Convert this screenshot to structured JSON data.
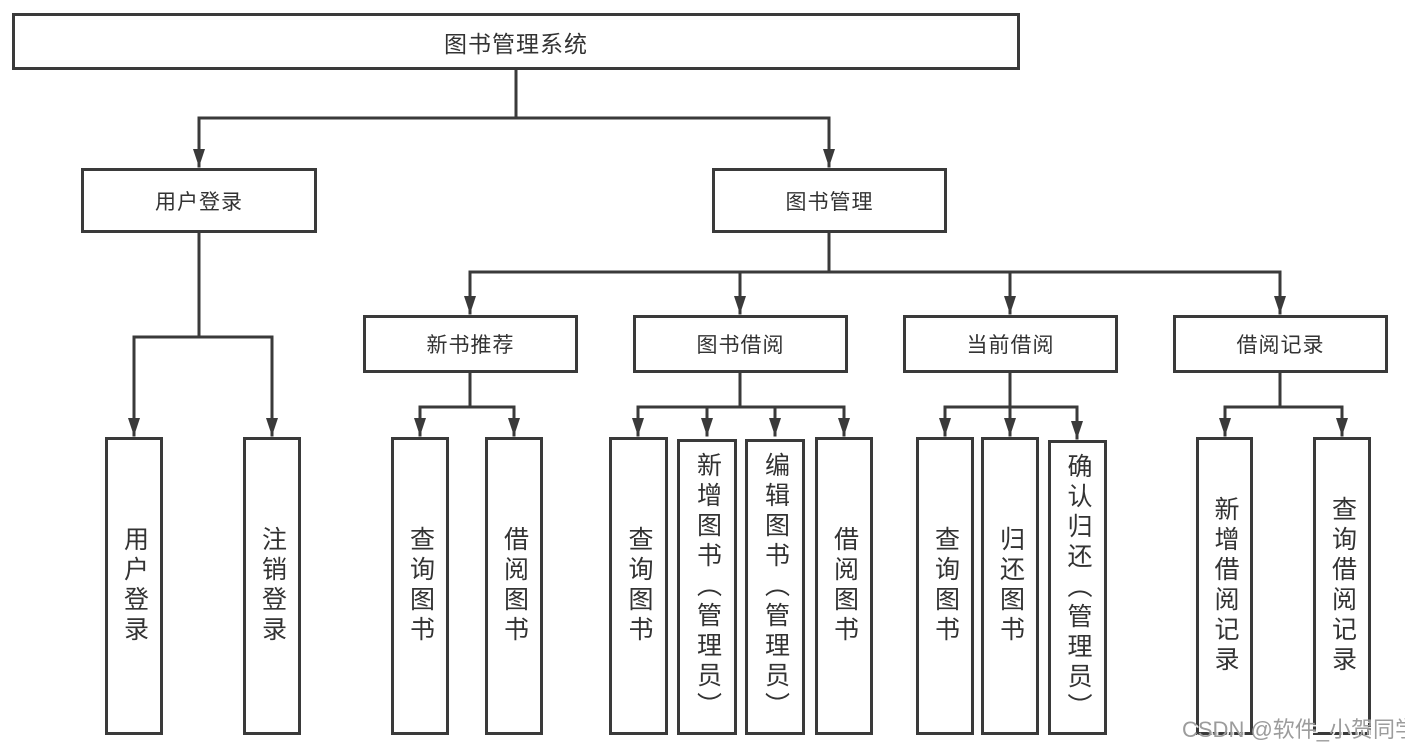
{
  "tree": {
    "root": "图书管理系统",
    "branches": [
      {
        "label": "用户登录",
        "children": [
          "用户登录",
          "注销登录"
        ]
      },
      {
        "label": "图书管理",
        "groups": [
          {
            "label": "新书推荐",
            "children": [
              "查询图书",
              "借阅图书"
            ]
          },
          {
            "label": "图书借阅",
            "children": [
              "查询图书",
              "新增图书（管理员）",
              "编辑图书（管理员）",
              "借阅图书"
            ]
          },
          {
            "label": "当前借阅",
            "children": [
              "查询图书",
              "归还图书",
              "确认归还（管理员）"
            ]
          },
          {
            "label": "借阅记录",
            "children": [
              "新增借阅记录",
              "查询借阅记录"
            ]
          }
        ]
      }
    ]
  },
  "watermark": "CSDN @软件_小贺同学",
  "colors": {
    "line": "#3a3a3a",
    "text": "#333333",
    "watermark": "#9c9c9c",
    "background": "#ffffff"
  }
}
